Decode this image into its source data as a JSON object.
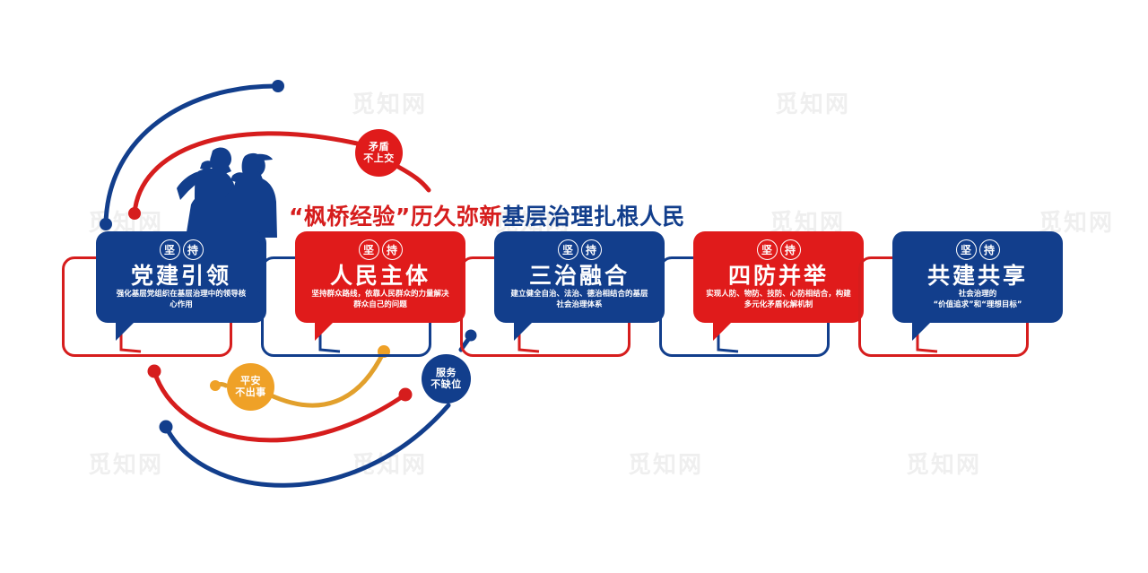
{
  "meta": {
    "headline_red": "“枫桥经验”历久弥新",
    "headline_blue": "基层治理扎根人民",
    "watermark": "觅知网"
  },
  "colors": {
    "red": "#E01B1B",
    "title_red": "#D61D1D",
    "blue": "#123E8C",
    "orange": "#EFA127",
    "background": "#FFFFFF"
  },
  "keep_label": {
    "char1": "坚",
    "char2": "持"
  },
  "cards": [
    {
      "title": "党建引领",
      "desc_line1": "强化基层党组织在基层治理中的领导核",
      "desc_line2": "心作用",
      "color": "blue"
    },
    {
      "title": "人民主体",
      "desc_line1": "坚持群众路线，依靠人民群众的力量解决",
      "desc_line2": "群众自己的问题",
      "color": "red"
    },
    {
      "title": "三治融合",
      "desc_line1": "建立健全自治、法治、德治相结合的基层",
      "desc_line2": "社会治理体系",
      "color": "blue"
    },
    {
      "title": "四防并举",
      "desc_line1": "实现人防、物防、技防、心防相结合，构建",
      "desc_line2": "多元化矛盾化解机制",
      "color": "red"
    },
    {
      "title": "共建共享",
      "desc_line1": "社会治理的",
      "desc_line2": "“价值追求”和“理想目标”",
      "color": "blue"
    }
  ],
  "badges": [
    {
      "id": "red",
      "line1": "矛盾",
      "line2": "不上交",
      "color": "#E01B1B"
    },
    {
      "id": "orange",
      "line1": "平安",
      "line2": "不出事",
      "color": "#EFA127"
    },
    {
      "id": "blue",
      "line1": "服务",
      "line2": "不缺位",
      "color": "#123E8C"
    }
  ]
}
